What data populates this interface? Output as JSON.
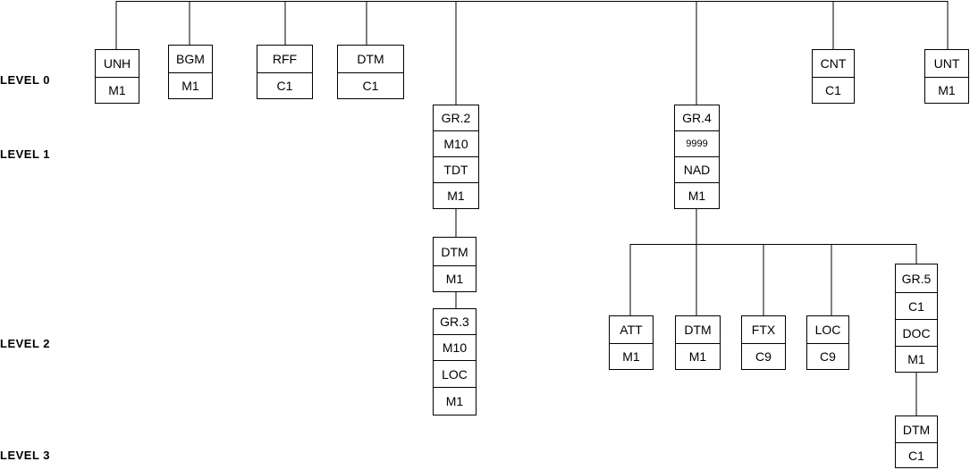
{
  "levels": [
    "LEVEL 0",
    "LEVEL 1",
    "LEVEL 2",
    "LEVEL 3"
  ],
  "boxes": {
    "unh": [
      "UNH",
      "M1"
    ],
    "bgm": [
      "BGM",
      "M1"
    ],
    "rff": [
      "RFF",
      "C1"
    ],
    "dtm0": [
      "DTM",
      "C1"
    ],
    "gr2": [
      "GR.2",
      "M10",
      "TDT",
      "M1"
    ],
    "dtm1": [
      "DTM",
      "M1"
    ],
    "gr3": [
      "GR.3",
      "M10",
      "LOC",
      "M1"
    ],
    "gr4": [
      "GR.4",
      "9999",
      "NAD",
      "M1"
    ],
    "att": [
      "ATT",
      "M1"
    ],
    "dtm2": [
      "DTM",
      "M1"
    ],
    "ftx": [
      "FTX",
      "C9"
    ],
    "loc": [
      "LOC",
      "C9"
    ],
    "gr5": [
      "GR.5",
      "C1",
      "DOC",
      "M1"
    ],
    "dtm3": [
      "DTM",
      "C1"
    ],
    "cnt": [
      "CNT",
      "C1"
    ],
    "unt": [
      "UNT",
      "M1"
    ]
  }
}
